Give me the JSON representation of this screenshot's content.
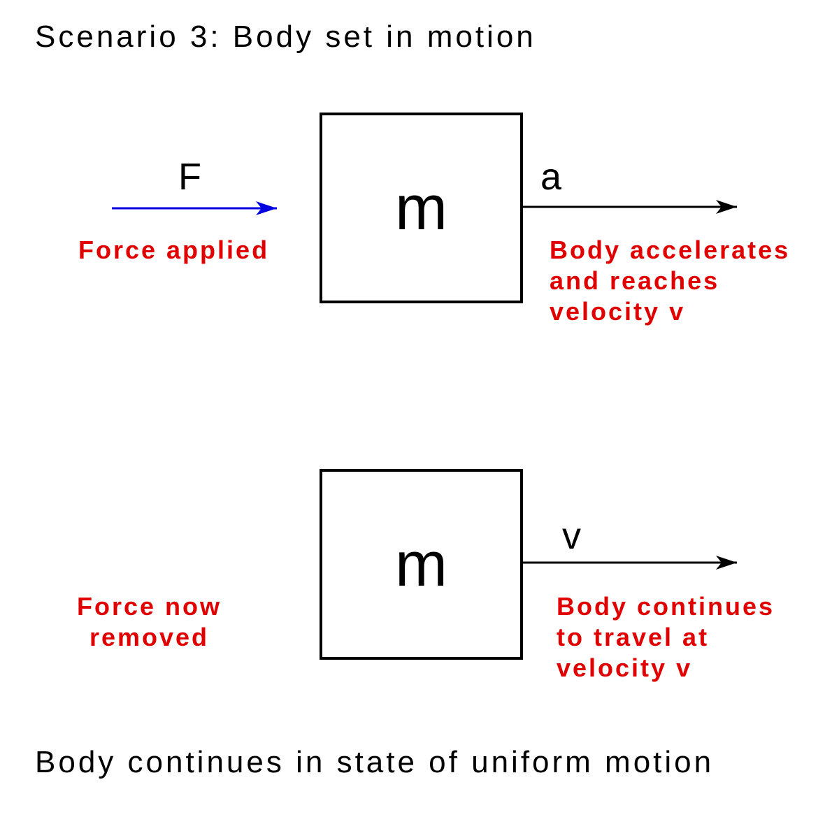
{
  "title": "Scenario 3: Body set in motion",
  "footer": "Body continues in state of uniform motion",
  "colors": {
    "force_arrow": "#0000e0",
    "motion_arrow": "#000000",
    "annotation": "#e00000"
  },
  "top": {
    "force_symbol": "F",
    "force_label": "Force applied",
    "mass_label": "m",
    "acceleration_symbol": "a",
    "result_label": "Body accelerates\nand reaches\nvelocity v"
  },
  "bottom": {
    "force_label": "Force now\nremoved",
    "mass_label": "m",
    "velocity_symbol": "v",
    "result_label": "Body continues\nto travel at\nvelocity v"
  }
}
